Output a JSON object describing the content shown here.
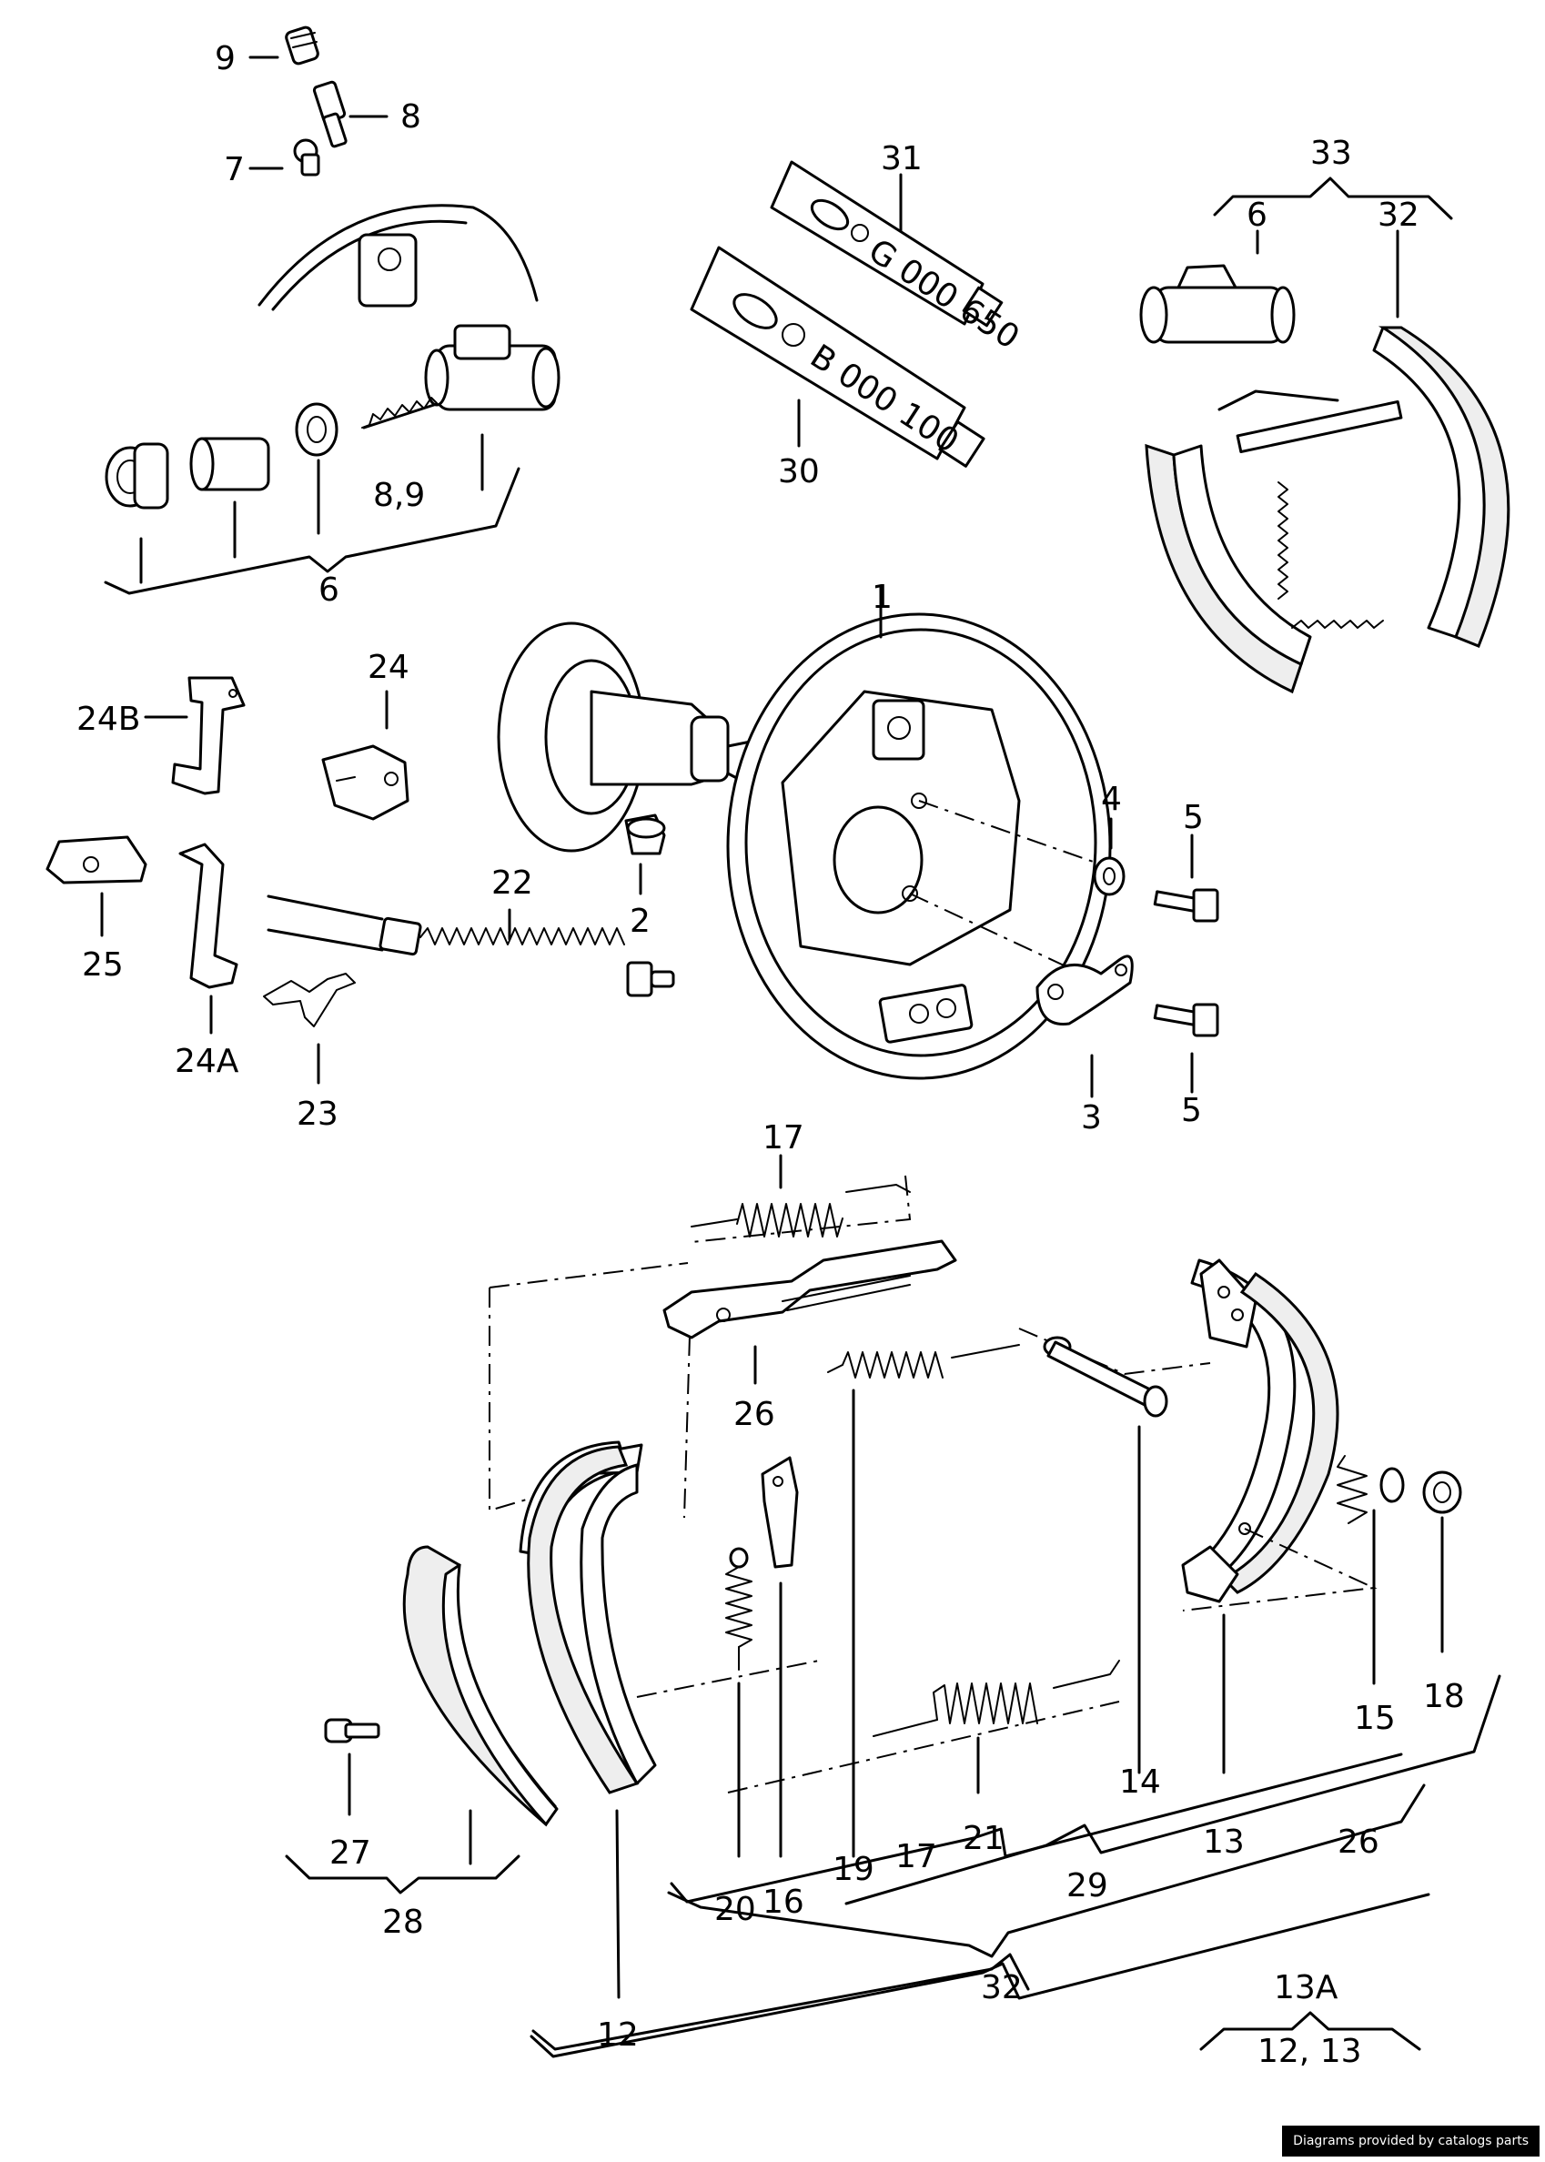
{
  "callouts": [
    {
      "id": "c9",
      "text": "9"
    },
    {
      "id": "c8",
      "text": "8"
    },
    {
      "id": "c7",
      "text": "7"
    },
    {
      "id": "c31",
      "text": "31"
    },
    {
      "id": "c33",
      "text": "33"
    },
    {
      "id": "c6a",
      "text": "6"
    },
    {
      "id": "c32a",
      "text": "32"
    },
    {
      "id": "c30",
      "text": "30"
    },
    {
      "id": "c89",
      "text": "8,9"
    },
    {
      "id": "c6b",
      "text": "6"
    },
    {
      "id": "c1",
      "text": "1"
    },
    {
      "id": "c24",
      "text": "24"
    },
    {
      "id": "c24b",
      "text": "24B"
    },
    {
      "id": "c4",
      "text": "4"
    },
    {
      "id": "c5a",
      "text": "5"
    },
    {
      "id": "c22",
      "text": "22"
    },
    {
      "id": "c2",
      "text": "2"
    },
    {
      "id": "c25",
      "text": "25"
    },
    {
      "id": "c24a",
      "text": "24A"
    },
    {
      "id": "c23",
      "text": "23"
    },
    {
      "id": "c3",
      "text": "3"
    },
    {
      "id": "c5b",
      "text": "5"
    },
    {
      "id": "c17a",
      "text": "17"
    },
    {
      "id": "c26a",
      "text": "26"
    },
    {
      "id": "c15",
      "text": "15"
    },
    {
      "id": "c18",
      "text": "18"
    },
    {
      "id": "c14",
      "text": "14"
    },
    {
      "id": "c26b",
      "text": "26"
    },
    {
      "id": "c27",
      "text": "27"
    },
    {
      "id": "c21",
      "text": "21"
    },
    {
      "id": "c13",
      "text": "13"
    },
    {
      "id": "c19",
      "text": "19"
    },
    {
      "id": "c17b",
      "text": "17"
    },
    {
      "id": "c29",
      "text": "29"
    },
    {
      "id": "c20",
      "text": "20"
    },
    {
      "id": "c16",
      "text": "16"
    },
    {
      "id": "c28",
      "text": "28"
    },
    {
      "id": "c32b",
      "text": "32"
    },
    {
      "id": "c13a",
      "text": "13A"
    },
    {
      "id": "c12",
      "text": "12"
    },
    {
      "id": "c1213",
      "text": "12, 13"
    }
  ],
  "tube_labels": {
    "upper": "G 000 650",
    "lower": "B 000 100"
  },
  "credit": "Diagrams provided by catalogs parts"
}
